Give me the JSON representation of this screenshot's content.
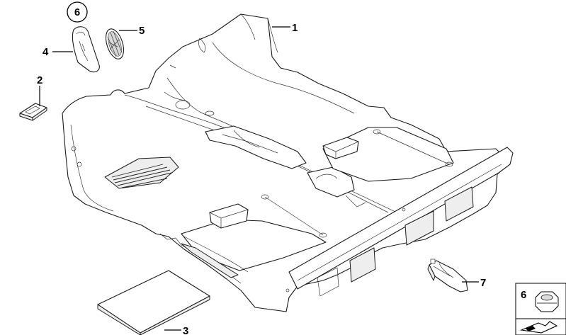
{
  "callouts": {
    "c1": "1",
    "c2": "2",
    "c3": "3",
    "c4": "4",
    "c5": "5",
    "c6_top": "6",
    "c7": "7",
    "c6_legend": "6"
  },
  "colors": {
    "line": "#000000",
    "shade": "#eeeeee",
    "background": "#ffffff"
  }
}
